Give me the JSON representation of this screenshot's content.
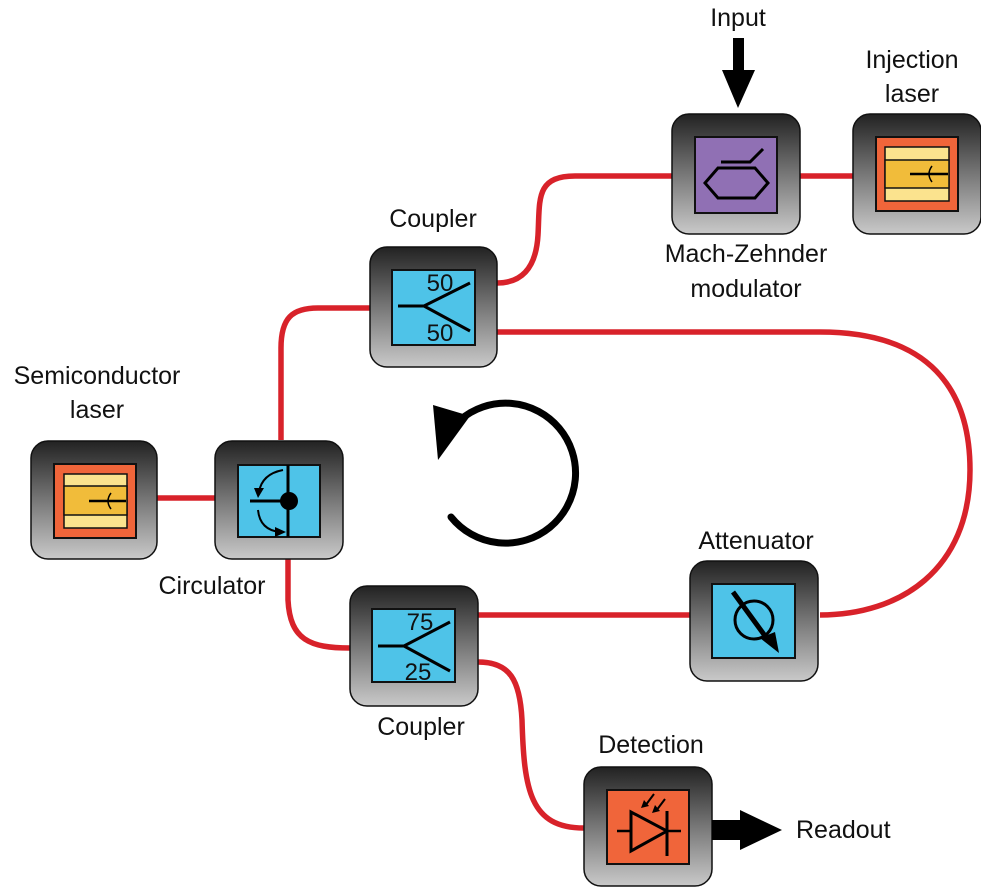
{
  "title": "Optical fiber loop with injection-locked semiconductor laser",
  "components": {
    "input": {
      "label": "Input"
    },
    "injection_laser": {
      "label_line1": "Injection",
      "label_line2": "laser",
      "icon": "laser-icon"
    },
    "mzm": {
      "label_line1": "Mach-Zehnder",
      "label_line2": "modulator",
      "icon": "modulator-icon"
    },
    "coupler_top": {
      "label": "Coupler",
      "ratio_top": "50",
      "ratio_bottom": "50",
      "icon": "coupler-icon"
    },
    "semiconductor_laser": {
      "label_line1": "Semiconductor",
      "label_line2": "laser",
      "icon": "laser-icon"
    },
    "circulator": {
      "label": "Circulator",
      "icon": "circulator-icon"
    },
    "coupler_bottom": {
      "label": "Coupler",
      "ratio_top": "75",
      "ratio_bottom": "25",
      "icon": "coupler-icon"
    },
    "attenuator": {
      "label": "Attenuator",
      "icon": "attenuator-icon"
    },
    "detection": {
      "label": "Detection",
      "icon": "photodiode-icon"
    },
    "readout": {
      "label": "Readout"
    }
  },
  "loop_direction": "counterclockwise",
  "colors": {
    "fiber": "#d8222a",
    "module_blue": "#4ec3e8",
    "module_purple": "#9070b4",
    "module_orange": "#f0653a",
    "laser_gold": "#f1bc3a",
    "laser_pale": "#fbe38e"
  }
}
